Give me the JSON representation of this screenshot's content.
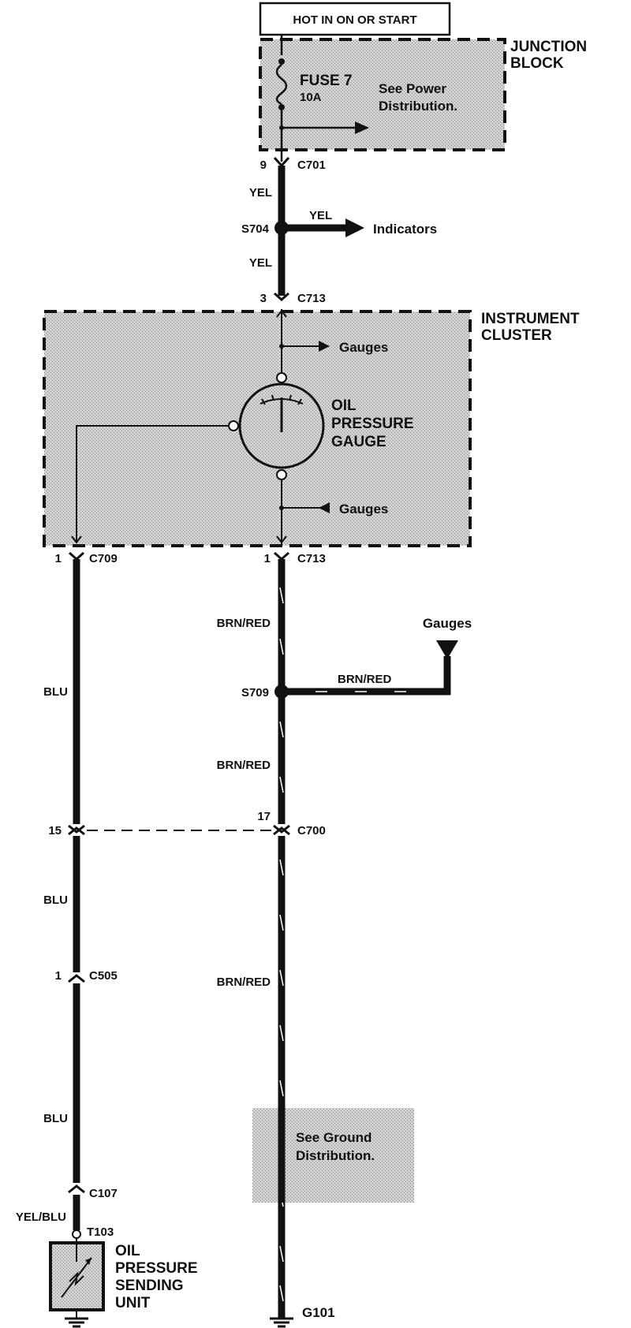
{
  "power_source": "HOT IN ON OR START",
  "junction_block": {
    "title_line1": "JUNCTION",
    "title_line2": "BLOCK",
    "fuse_name": "FUSE 7",
    "fuse_rating": "10A",
    "note_line1": "See Power",
    "note_line2": "Distribution."
  },
  "instrument_cluster": {
    "title_line1": "INSTRUMENT",
    "title_line2": "CLUSTER",
    "gauge_line1": "OIL",
    "gauge_line2": "PRESSURE",
    "gauge_line3": "GAUGE",
    "gauges_label_top": "Gauges",
    "gauges_label_bottom": "Gauges"
  },
  "connectors": {
    "c701": {
      "pin": "9",
      "name": "C701"
    },
    "c713_in": {
      "pin": "3",
      "name": "C713"
    },
    "c709": {
      "pin": "1",
      "name": "C709"
    },
    "c713_out": {
      "pin": "1",
      "name": "C713"
    },
    "c700_left": {
      "pin": "15"
    },
    "c700_right": {
      "pin": "17",
      "name": "C700"
    },
    "c505": {
      "pin": "1",
      "name": "C505"
    },
    "c107": {
      "name": "C107"
    },
    "t103": {
      "name": "T103"
    }
  },
  "splices": {
    "s704": "S704",
    "s709": "S709"
  },
  "wires": {
    "yel_upper": "YEL",
    "yel_branch": "YEL",
    "yel_lower": "YEL",
    "brn_red_1": "BRN/RED",
    "brn_red_branch": "BRN/RED",
    "brn_red_2": "BRN/RED",
    "brn_red_3": "BRN/RED",
    "blu_1": "BLU",
    "blu_2": "BLU",
    "blu_3": "BLU",
    "yel_blu": "YEL/BLU"
  },
  "destinations": {
    "indicators": "Indicators",
    "gauges_branch": "Gauges"
  },
  "sending_unit": {
    "line1": "OIL",
    "line2": "PRESSURE",
    "line3": "SENDING",
    "line4": "UNIT"
  },
  "ground_note": {
    "line1": "See Ground",
    "line2": "Distribution."
  },
  "grounds": {
    "g101": "G101"
  }
}
